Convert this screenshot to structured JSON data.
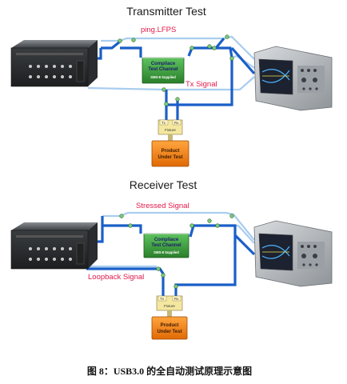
{
  "transmitter": {
    "title": "Transmitter Test",
    "signal_top": "ping.LFPS",
    "signal_bottom": "Tx Signal",
    "channel_line1": "Compliace",
    "channel_line2": "Test Channel",
    "channel_sub": "SMS-8 Supplied",
    "fixture_left": "Tx",
    "fixture_right": "Rx",
    "fixture_center": "Fixture",
    "dut_line1": "Product",
    "dut_line2": "Under Test"
  },
  "receiver": {
    "title": "Receiver Test",
    "signal_top": "Stressed Signal",
    "signal_bottom": "Loopback Signal",
    "channel_line1": "Compliace",
    "channel_line2": "Test Channel",
    "channel_sub": "SMS-8 Supplied",
    "fixture_left": "Tx",
    "fixture_right": "Rx",
    "fixture_center": "Fixture",
    "dut_line1": "Product",
    "dut_line2": "Under Test"
  },
  "caption": "图 8：USB3.0 的全自动测试原理示意图",
  "colors": {
    "cable_dark": "#1a5fc8",
    "cable_light": "#a9cdef",
    "signal_text": "#e0194a",
    "channel_box": "#3a9a3a",
    "dut_box": "#f07b12",
    "fixture": "#f4e7a0"
  }
}
